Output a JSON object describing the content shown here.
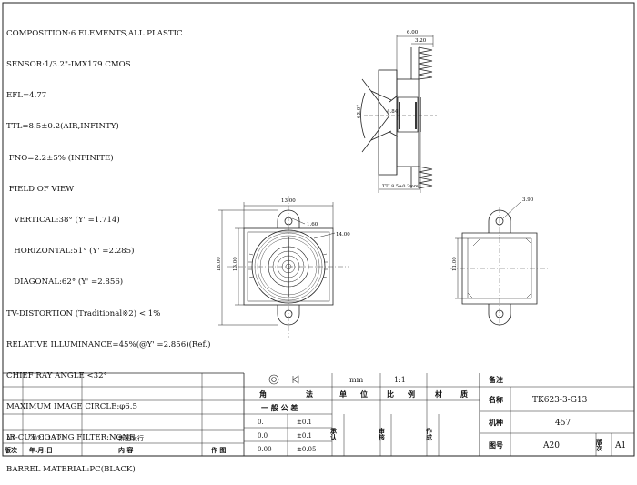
{
  "specs": [
    "COMPOSITION:6 ELEMENTS,ALL PLASTIC",
    "SENSOR:1/3.2\"-IMX179 CMOS",
    "EFL=4.77",
    "TTL=8.5±0.2(AIR,INFINTY)",
    " FNO=2.2±5% (INFINITE)",
    " FIELD OF VIEW",
    "   VERTICAL:38° (Y' =1.714)",
    "   HORIZONTAL:51° (Y' =2.285)",
    "   DIAGONAL:62° (Y' =2.856)",
    "TV-DISTORTION (Traditional※2) < 1%",
    "RELATIVE ILLUMINANCE=45%(@Y' =2.856)(Ref.)",
    "CHIEF RAY ANGLE <32°",
    "MAXIMUM IMAGE CIRCLE:φ6.5",
    "IR-CUT COATNG FILTER:NONE",
    "BARREL MATERIAL:PC(BLACK)"
  ],
  "side_view": {
    "dim_top": "6.00",
    "dim_top_inner": "3.20",
    "fov": "63.0°",
    "dim_inner": "4.84",
    "ttl": "TTL8.5±0.2mm"
  },
  "front_view": {
    "dim_width": "13.00",
    "dim_hole": "1.60",
    "dim_lens": "14.00",
    "dim_height_outer": "18.00",
    "dim_height_inner": "13.00"
  },
  "back_view": {
    "dim_hole": "3.90",
    "dim_height": "11.00"
  },
  "title_block": {
    "unit_symbol": "mm",
    "scale_value": "1:1",
    "remark_label": "备注",
    "angle_label": "角",
    "method_label": "法",
    "unit_label": "单",
    "unit_label2": "位",
    "scale_label": "比",
    "scale_label2": "例",
    "material_label": "材",
    "material_label2": "质",
    "tolerance_label": "一 般 公 差",
    "tol_rows": [
      {
        "precision": "0.",
        "value": "±0.1"
      },
      {
        "precision": "0.0",
        "value": "±0.1"
      },
      {
        "precision": "0.00",
        "value": "±0.05"
      }
    ],
    "approve_label": "承认",
    "review_label": "审核",
    "author_label": "作成",
    "name_label": "名称",
    "name_value": "TK623-3-G13",
    "model_label": "机种",
    "model_value": "457",
    "drawing_no_label": "图号",
    "drawing_no_value": "A20",
    "version_label": "版次",
    "version_value": "A1",
    "rev_version": "A1",
    "rev_date": "2021.12.21",
    "rev_content": "新图发行",
    "hdr_version": "版次",
    "hdr_date": "年.月.日",
    "hdr_content": "内      容",
    "hdr_author": "作 图"
  }
}
